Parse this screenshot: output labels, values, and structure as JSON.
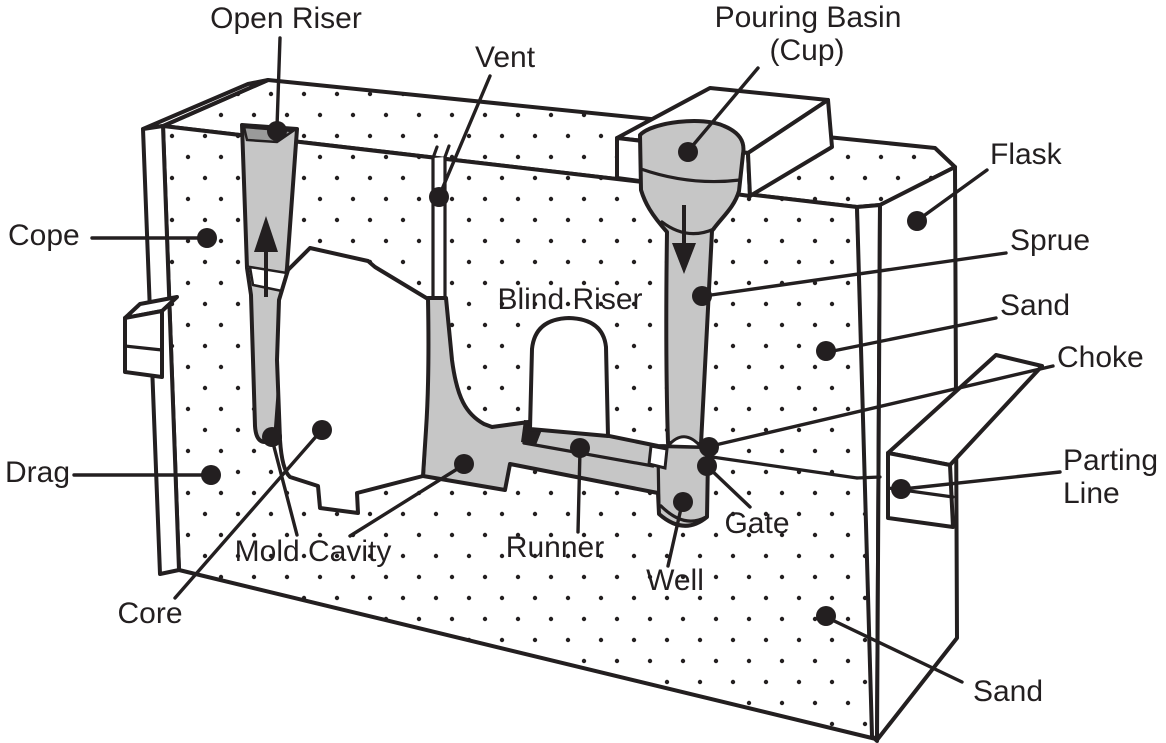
{
  "diagram": {
    "type": "sand-casting-mold-cross-section",
    "labels": {
      "open_riser": "Open Riser",
      "vent": "Vent",
      "pouring_basin": "Pouring Basin",
      "pouring_basin_cup": "(Cup)",
      "flask": "Flask",
      "cope": "Cope",
      "sprue": "Sprue",
      "sand_upper": "Sand",
      "choke": "Choke",
      "blind_riser": "Blind Riser",
      "parting_line_word1": "Parting",
      "parting_line_word2": "Line",
      "drag": "Drag",
      "mold_cavity": "Mold Cavity",
      "core": "Core",
      "runner": "Runner",
      "well": "Well",
      "gate": "Gate",
      "sand_lower": "Sand"
    },
    "colors": {
      "ink": "#231f20",
      "molten_channel_gray": "#c6c6c6",
      "channel_shadow_gray": "#9a9a9a",
      "background": "#ffffff"
    }
  }
}
